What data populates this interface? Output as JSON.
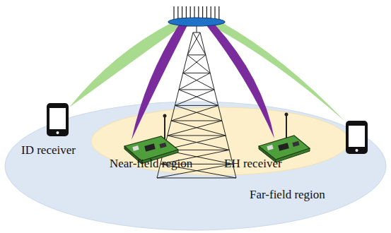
{
  "diagram": {
    "nodes": [
      {
        "text": [
          "Far-field region"
        ]
      },
      {
        "text": [
          "Near-field region"
        ],
        "in": 0
      }
    ],
    "labels": [
      "ID receiver",
      "EH receiver"
    ]
  }
}
